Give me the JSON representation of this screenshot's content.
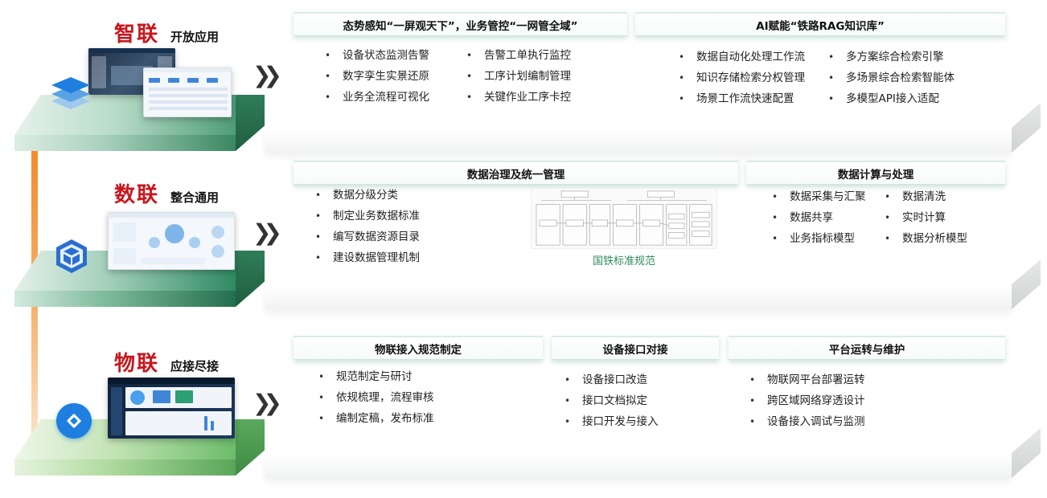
{
  "colors": {
    "tier_title": "#c8161d",
    "arrow": "#f0892a",
    "platform_top": "#2e8a62",
    "platform_bottom": "#6cbc6a",
    "caption": "#2e8a62",
    "icon_blue": "#1e7fe0"
  },
  "tiers": [
    {
      "key": "zhilian",
      "title": "智联",
      "subtitle": "开放应用",
      "icon": "layers-icon",
      "sections": [
        {
          "header": "态势感知“一屏观天下”，业务管控“一网管全域”",
          "columns": [
            [
              "设备状态监测告警",
              "数字孪生实景还原",
              "业务全流程可视化"
            ],
            [
              "告警工单执行监控",
              "工序计划编制管理",
              "关键作业工序卡控"
            ]
          ]
        },
        {
          "header": "AI赋能“铁路RAG知识库”",
          "columns": [
            [
              "数据自动化处理工作流",
              "知识存储检索分权管理",
              "场景工作流快速配置"
            ],
            [
              "多方案综合检索引擎",
              "多场景综合检索智能体",
              "多模型API接入适配"
            ]
          ]
        }
      ]
    },
    {
      "key": "shulian",
      "title": "数联",
      "subtitle": "整合通用",
      "icon": "hexagon-icon",
      "sections": [
        {
          "header": "数据治理及统一管理",
          "columns": [
            [
              "数据分级分类",
              "制定业务数据标准",
              "编写数据资源目录",
              "建设数据管理机制"
            ]
          ],
          "diagram_caption": "国铁标准规范"
        },
        {
          "header": "数据计算与处理",
          "columns": [
            [
              "数据采集与汇聚",
              "数据共享",
              "业务指标模型"
            ],
            [
              "数据清洗",
              "实时计算",
              "数据分析模型"
            ]
          ]
        }
      ]
    },
    {
      "key": "wulian",
      "title": "物联",
      "subtitle": "应接尽接",
      "icon": "link-circle-icon",
      "sections": [
        {
          "header": "物联接入规范制定",
          "columns": [
            [
              "规范制定与研讨",
              "依规梳理，流程审核",
              "编制定稿，发布标准"
            ]
          ]
        },
        {
          "header": "设备接口对接",
          "columns": [
            [
              "设备接口改造",
              "接口文档拟定",
              "接口开发与接入"
            ]
          ]
        },
        {
          "header": "平台运转与维护",
          "columns": [
            [
              "物联网平台部署运转",
              "跨区域网络穿透设计",
              "设备接入调试与监测"
            ]
          ]
        }
      ]
    }
  ]
}
